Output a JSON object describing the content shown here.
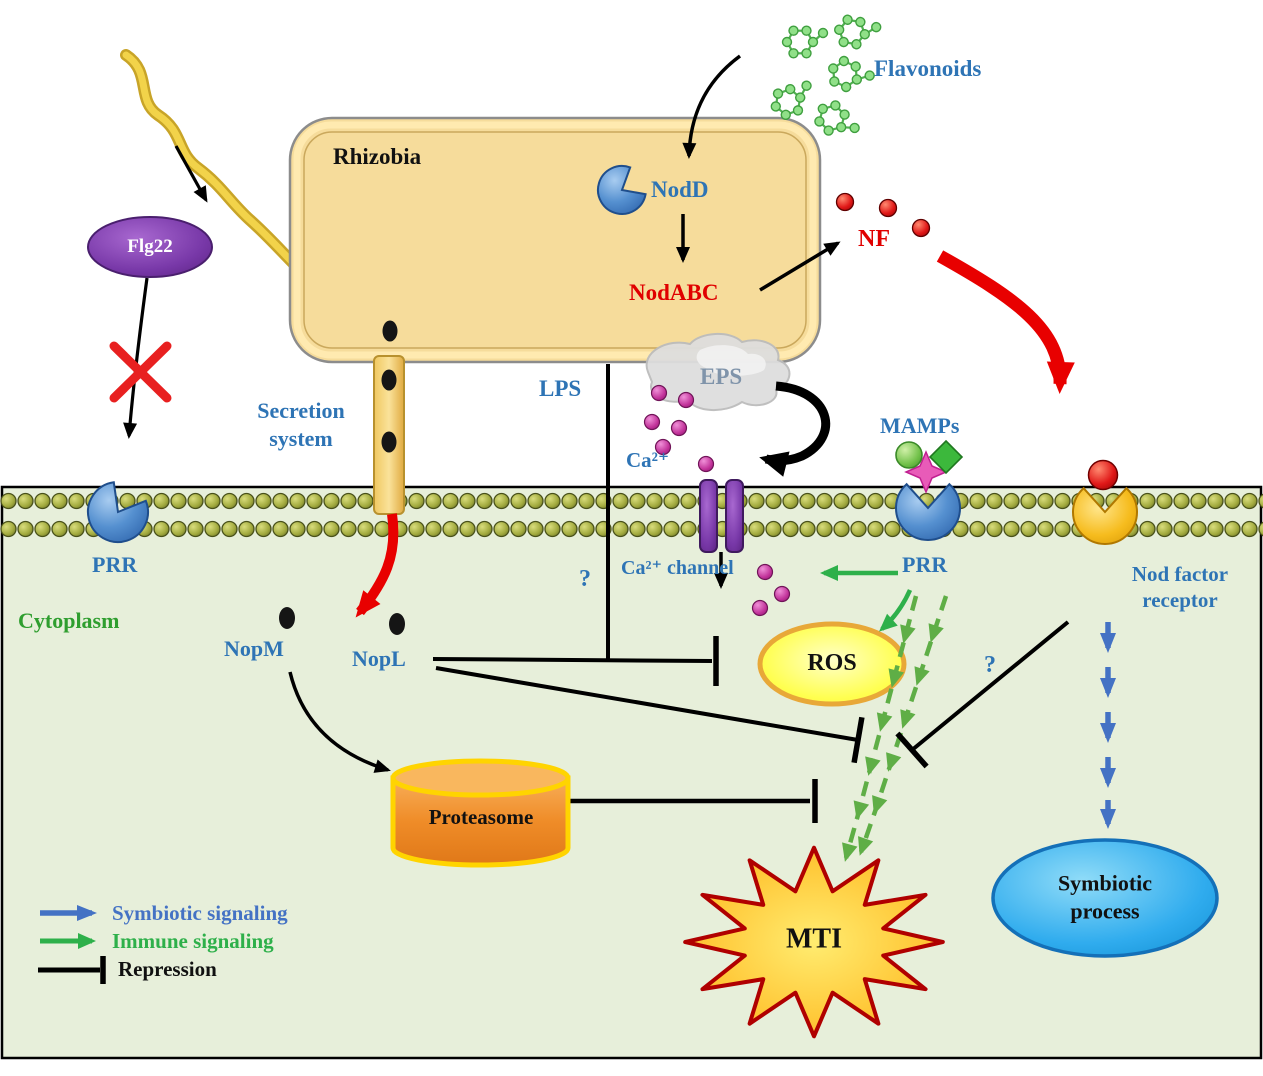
{
  "title": "Rhizobia symbiotic and immune signaling diagram",
  "labels": {
    "flavonoids": "Flavonoids",
    "rhizobia": "Rhizobia",
    "nodd": "NodD",
    "nodabc": "NodABC",
    "nf": "NF",
    "flg22": "Flg22",
    "secretion_system": "Secretion system",
    "lps": "LPS",
    "eps": "EPS",
    "ca_ion": "Ca²⁺",
    "mamps": "MAMPs",
    "prr_left": "PRR",
    "prr_right": "PRR",
    "ca_channel": "Ca²⁺ channel",
    "nod_factor_receptor": "Nod factor receptor",
    "cytoplasm": "Cytoplasm",
    "nopm": "NopM",
    "nopl": "NopL",
    "ros": "ROS",
    "proteasome": "Proteasome",
    "mti": "MTI",
    "symbiotic_process": "Symbiotic process",
    "question_lps": "?",
    "question_nfr": "?"
  },
  "legend": {
    "items": [
      {
        "label": "Symbiotic signaling",
        "color": "#4472c4",
        "style": "arrow"
      },
      {
        "label": "Immune signaling",
        "color": "#2eb04a",
        "style": "arrow"
      },
      {
        "label": "Repression",
        "color": "#000000",
        "style": "tbar"
      }
    ]
  },
  "colors": {
    "cytoplasm_bg": "#e7efda",
    "membrane_bead": "#9aa23c",
    "rhizobia_fill": "#f6dc9b",
    "label_blue": "#2e74b5",
    "label_red": "#e00000",
    "label_green": "#2f9e2f",
    "eps_label": "#8094aa",
    "arrow_red": "#e80000",
    "arrow_green": "#2eb04a",
    "arrow_blue": "#4472c4",
    "flg22_purple": "#7838a8",
    "channel_purple": "#6a3096",
    "ros_yellow": "#ffff50",
    "proteasome_orange": "#ef8c28",
    "symbiotic_blue": "#30aceE"
  }
}
